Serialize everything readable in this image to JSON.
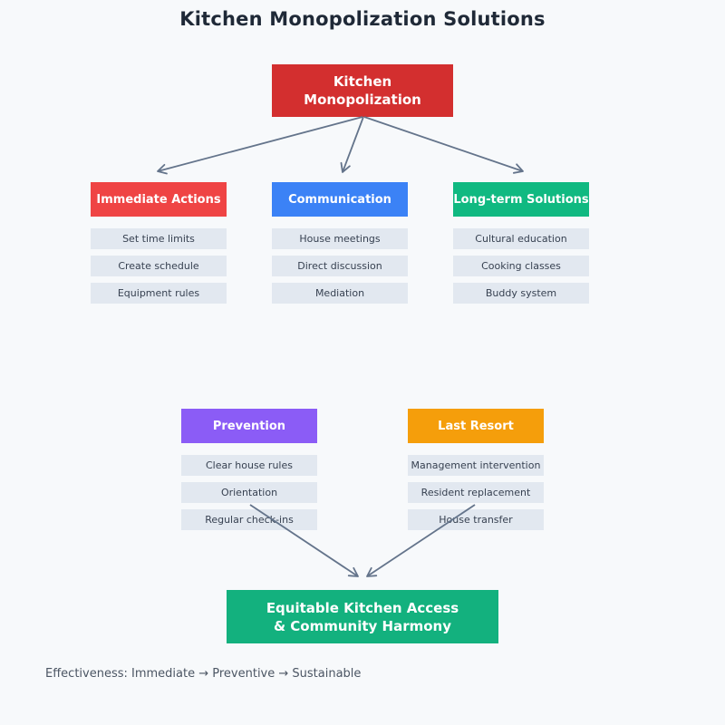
{
  "title": "Kitchen Monopolization Solutions",
  "root": {
    "line1": "Kitchen",
    "line2": "Monopolization"
  },
  "categories": [
    {
      "label": "Immediate Actions",
      "color": "#ef4444",
      "items": [
        "Set time limits",
        "Create schedule",
        "Equipment rules"
      ]
    },
    {
      "label": "Communication",
      "color": "#3b82f6",
      "items": [
        "House meetings",
        "Direct discussion",
        "Mediation"
      ]
    },
    {
      "label": "Long-term Solutions",
      "color": "#10b981",
      "items": [
        "Cultural education",
        "Cooking classes",
        "Buddy system"
      ]
    },
    {
      "label": "Prevention",
      "color": "#8b5cf6",
      "items": [
        "Clear house rules",
        "Orientation",
        "Regular check-ins"
      ]
    },
    {
      "label": "Last Resort",
      "color": "#f59e0b",
      "items": [
        "Management intervention",
        "Resident replacement",
        "House transfer"
      ]
    }
  ],
  "outcome": {
    "line1": "Equitable Kitchen Access",
    "line2": "& Community Harmony"
  },
  "footer": "Effectiveness: Immediate → Preventive → Sustainable",
  "colors": {
    "background": "#f7f9fb",
    "title_text": "#1f2937",
    "root_node": "#d32f2f",
    "outcome_node": "#13b17e",
    "arrow": "#64748b",
    "item_background": "#e2e8f0",
    "item_text": "#374151",
    "footer_text": "#4b5563"
  }
}
